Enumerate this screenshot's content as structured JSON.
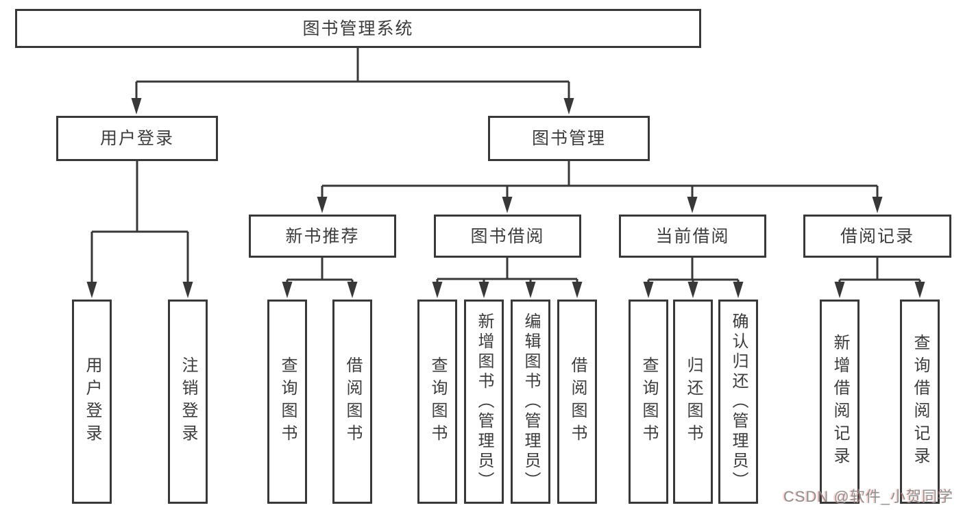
{
  "colors": {
    "line": "#383838",
    "box_border": "#383838",
    "text": "#3c3c3c",
    "watermark_text": "#8f8f8f"
  },
  "tree": {
    "root": "图书管理系统",
    "branches": [
      {
        "label": "用户登录",
        "children": [
          "用户登录",
          "注销登录"
        ]
      },
      {
        "label": "图书管理",
        "groups": [
          {
            "label": "新书推荐",
            "children": [
              "查询图书",
              "借阅图书"
            ]
          },
          {
            "label": "图书借阅",
            "children": [
              "查询图书",
              "新增图书（管理员）",
              "编辑图书（管理员）",
              "借阅图书"
            ]
          },
          {
            "label": "当前借阅",
            "children": [
              "查询图书",
              "归还图书",
              "确认归还（管理员）"
            ]
          },
          {
            "label": "借阅记录",
            "children": [
              "新增借阅记录",
              "查询借阅记录"
            ]
          }
        ]
      }
    ]
  },
  "watermark": {
    "text": "CSDN @软件_小贺同学"
  }
}
